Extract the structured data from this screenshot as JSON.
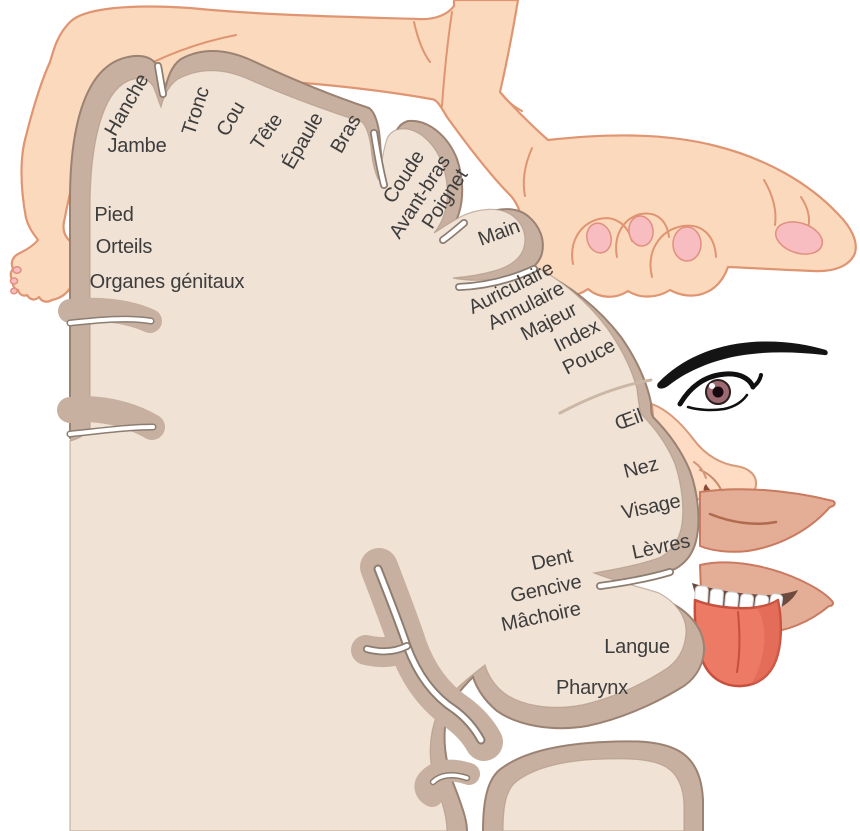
{
  "diagram": {
    "type": "cortical-homunculus-sensory-map",
    "regions": [
      {
        "id": "hanche",
        "label": "Hanche"
      },
      {
        "id": "tronc",
        "label": "Tronc"
      },
      {
        "id": "cou",
        "label": "Cou"
      },
      {
        "id": "tete",
        "label": "Tête"
      },
      {
        "id": "epaule",
        "label": "Épaule"
      },
      {
        "id": "bras",
        "label": "Bras"
      },
      {
        "id": "coude",
        "label": "Coude"
      },
      {
        "id": "avant-bras",
        "label": "Avant-bras"
      },
      {
        "id": "poignet",
        "label": "Poignet"
      },
      {
        "id": "main",
        "label": "Main"
      },
      {
        "id": "jambe",
        "label": "Jambe"
      },
      {
        "id": "pied",
        "label": "Pied"
      },
      {
        "id": "orteils",
        "label": "Orteils"
      },
      {
        "id": "organes-genitaux",
        "label": "Organes génitaux"
      },
      {
        "id": "auriculaire",
        "label": "Auriculaire"
      },
      {
        "id": "annulaire",
        "label": "Annulaire"
      },
      {
        "id": "majeur",
        "label": "Majeur"
      },
      {
        "id": "index",
        "label": "Index"
      },
      {
        "id": "pouce",
        "label": "Pouce"
      },
      {
        "id": "oeil",
        "label": "Œil"
      },
      {
        "id": "nez",
        "label": "Nez"
      },
      {
        "id": "visage",
        "label": "Visage"
      },
      {
        "id": "levres",
        "label": "Lèvres"
      },
      {
        "id": "dent",
        "label": "Dent"
      },
      {
        "id": "gencive",
        "label": "Gencive"
      },
      {
        "id": "machoire",
        "label": "Mâchoire"
      },
      {
        "id": "langue",
        "label": "Langue"
      },
      {
        "id": "pharynx",
        "label": "Pharynx"
      }
    ],
    "colors": {
      "cortex_band": "#c7b0a0",
      "cortex_fill": "#f0e2d5",
      "cortex_outline": "#9b8273",
      "sulcus_line": "#8d7d71",
      "skin": "#fbd9bd",
      "skin_outline": "#df9572",
      "label_text": "#3d3d3d",
      "lips": "#e4ad96",
      "tongue": "#ec7a64",
      "iris": "#9d6a72",
      "nail": "#f7bdc0"
    }
  }
}
